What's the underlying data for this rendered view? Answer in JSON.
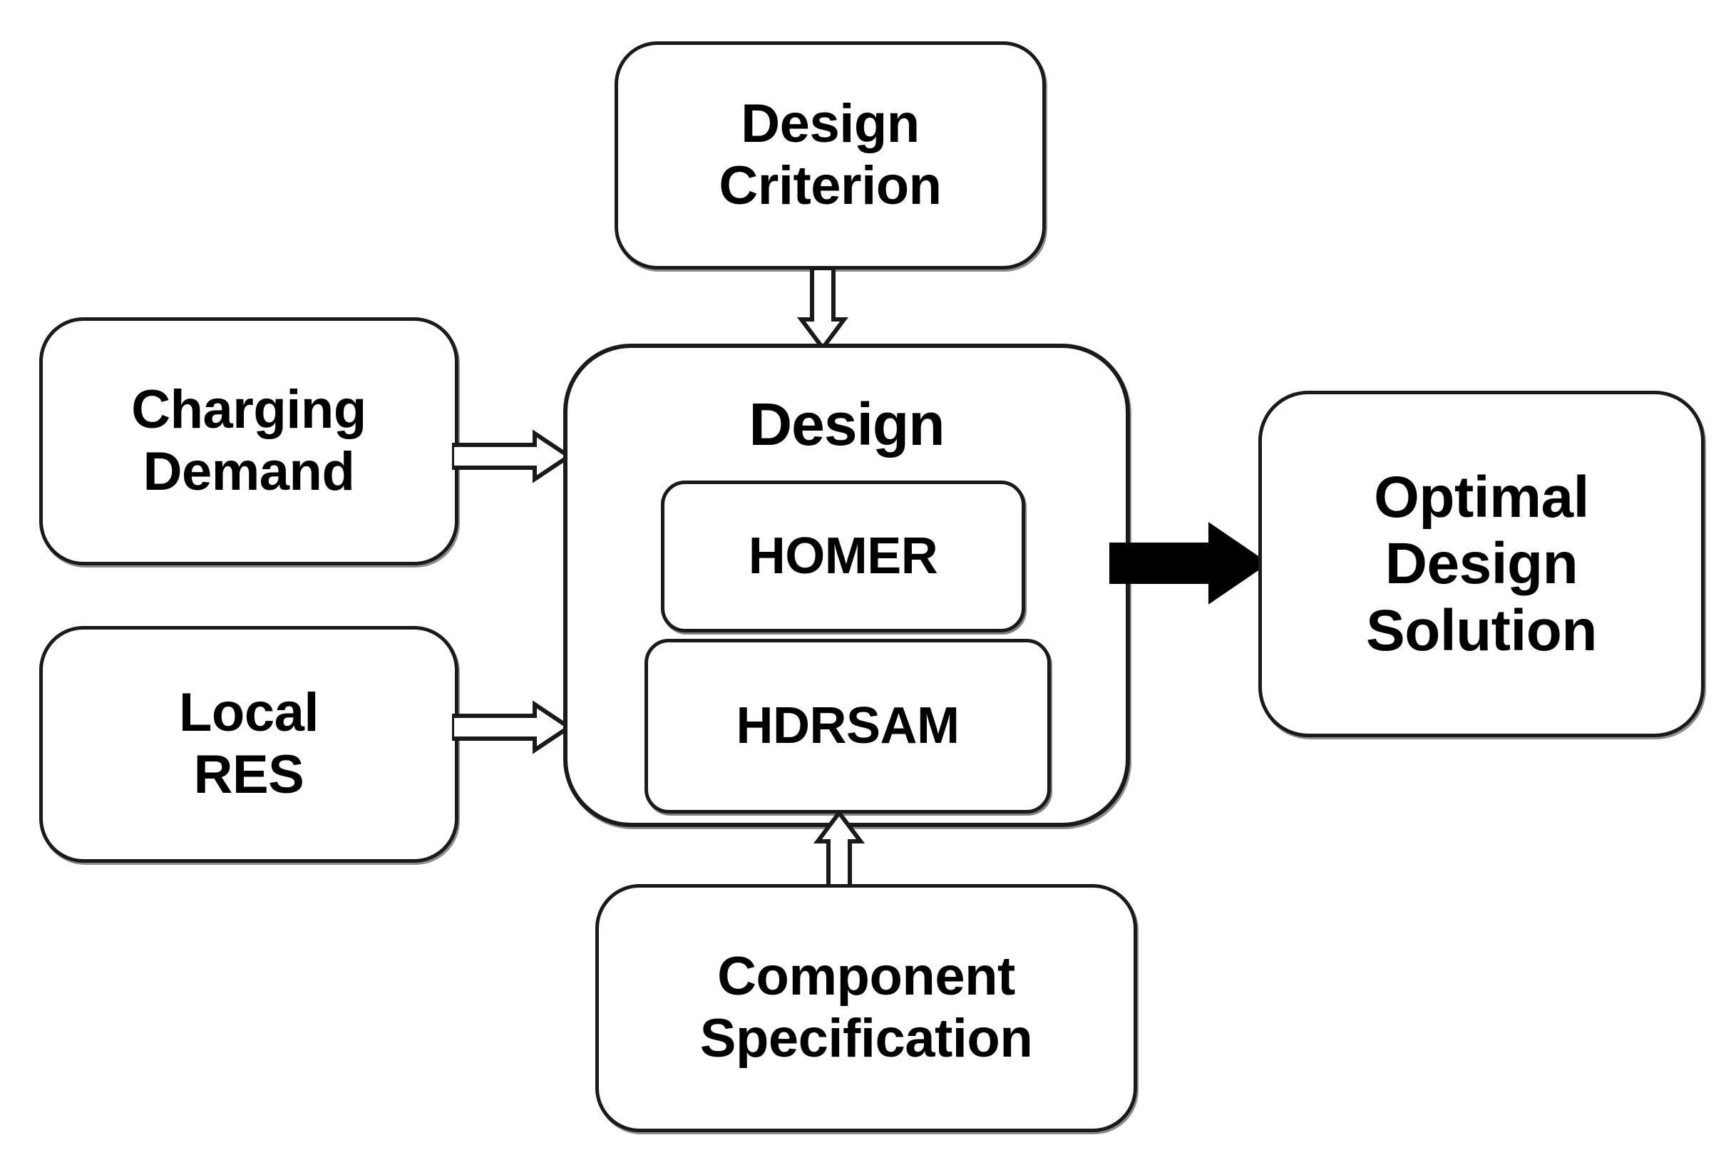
{
  "diagram": {
    "title": "Design workflow block diagram",
    "colors": {
      "stroke": "#1a1a1a",
      "fill": "#ffffff",
      "text": "#000000",
      "solid_arrow": "#000000"
    },
    "nodes": {
      "design_criterion": {
        "label": "Design\nCriterion"
      },
      "charging_demand": {
        "label": "Charging\nDemand"
      },
      "local_res": {
        "label": "Local\nRES"
      },
      "design": {
        "title": "Design",
        "sub_nodes": [
          {
            "label": "HOMER"
          },
          {
            "label": "HDRSAM"
          }
        ]
      },
      "component_specification": {
        "label": "Component\nSpecification"
      },
      "optimal_solution": {
        "label": "Optimal\nDesign\nSolution"
      }
    },
    "arrows": [
      {
        "name": "design-criterion-to-design",
        "style": "hollow-block",
        "direction": "down"
      },
      {
        "name": "charging-demand-to-design",
        "style": "hollow-block",
        "direction": "right"
      },
      {
        "name": "local-res-to-design",
        "style": "hollow-block",
        "direction": "right"
      },
      {
        "name": "component-spec-to-design",
        "style": "hollow-block",
        "direction": "up"
      },
      {
        "name": "design-to-optimal-solution",
        "style": "solid-block",
        "direction": "right"
      }
    ]
  }
}
